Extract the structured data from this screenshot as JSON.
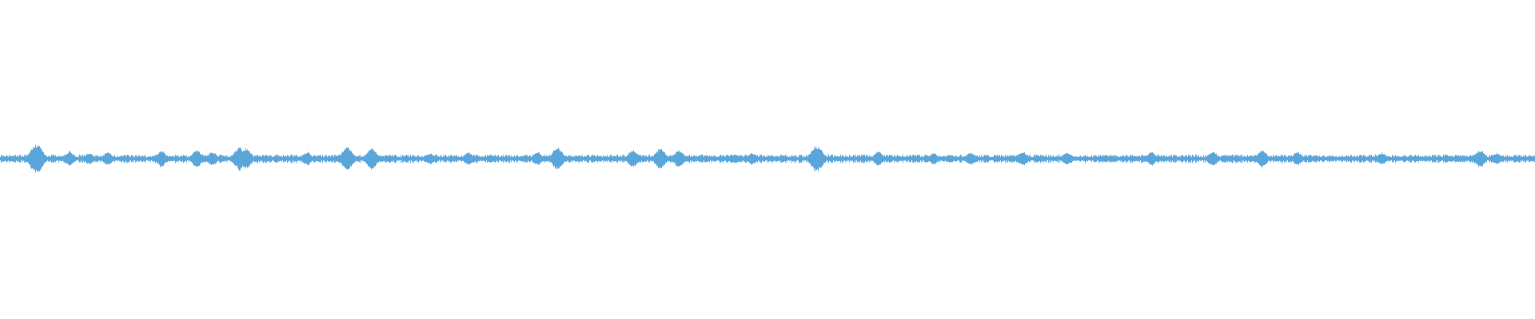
{
  "waveform": {
    "color": "#5aa6da",
    "background": "#ffffff",
    "baseline_amplitude": 0.02,
    "peaks": [
      {
        "t": 0.0235,
        "amp": 0.1
      },
      {
        "t": 0.045,
        "amp": 0.05
      },
      {
        "t": 0.058,
        "amp": 0.04
      },
      {
        "t": 0.07,
        "amp": 0.045
      },
      {
        "t": 0.105,
        "amp": 0.055
      },
      {
        "t": 0.128,
        "amp": 0.06
      },
      {
        "t": 0.138,
        "amp": 0.05
      },
      {
        "t": 0.156,
        "amp": 0.08
      },
      {
        "t": 0.16,
        "amp": 0.07
      },
      {
        "t": 0.2,
        "amp": 0.045
      },
      {
        "t": 0.226,
        "amp": 0.075
      },
      {
        "t": 0.242,
        "amp": 0.07
      },
      {
        "t": 0.28,
        "amp": 0.04
      },
      {
        "t": 0.305,
        "amp": 0.045
      },
      {
        "t": 0.35,
        "amp": 0.045
      },
      {
        "t": 0.363,
        "amp": 0.075
      },
      {
        "t": 0.412,
        "amp": 0.06
      },
      {
        "t": 0.43,
        "amp": 0.07
      },
      {
        "t": 0.442,
        "amp": 0.06
      },
      {
        "t": 0.49,
        "amp": 0.04
      },
      {
        "t": 0.532,
        "amp": 0.09
      },
      {
        "t": 0.572,
        "amp": 0.05
      },
      {
        "t": 0.608,
        "amp": 0.04
      },
      {
        "t": 0.632,
        "amp": 0.045
      },
      {
        "t": 0.666,
        "amp": 0.05
      },
      {
        "t": 0.695,
        "amp": 0.045
      },
      {
        "t": 0.75,
        "amp": 0.045
      },
      {
        "t": 0.79,
        "amp": 0.05
      },
      {
        "t": 0.822,
        "amp": 0.06
      },
      {
        "t": 0.845,
        "amp": 0.045
      },
      {
        "t": 0.9,
        "amp": 0.04
      },
      {
        "t": 0.964,
        "amp": 0.06
      },
      {
        "t": 0.975,
        "amp": 0.04
      }
    ]
  }
}
